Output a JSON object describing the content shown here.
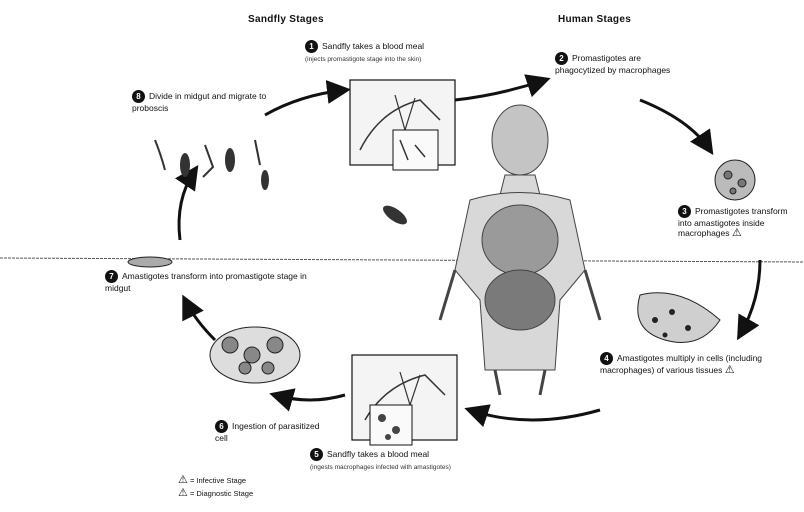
{
  "headers": {
    "sandfly": "Sandfly Stages",
    "human": "Human Stages"
  },
  "steps": [
    {
      "num": "1",
      "text": "Sandfly takes a blood meal",
      "sub": "(injects promastigote stage into the skin)"
    },
    {
      "num": "2",
      "text": "Promastigotes are phagocytized by macrophages",
      "sub": ""
    },
    {
      "num": "3",
      "text": "Promastigotes transform into amastigotes inside macrophages",
      "sub": ""
    },
    {
      "num": "4",
      "text": "Amastigotes multiply in cells (including macrophages) of various tissues",
      "sub": ""
    },
    {
      "num": "5",
      "text": "Sandfly takes a blood meal",
      "sub": "(ingests macrophages infected with amastigotes)"
    },
    {
      "num": "6",
      "text": "Ingestion of parasitized cell",
      "sub": ""
    },
    {
      "num": "7",
      "text": "Amastigotes transform into promastigote stage in midgut",
      "sub": ""
    },
    {
      "num": "8",
      "text": "Divide in midgut and migrate to proboscis",
      "sub": ""
    }
  ],
  "legend": {
    "infective": "= Infective Stage",
    "diagnostic": "= Diagnostic Stage"
  },
  "colors": {
    "ink": "#111111",
    "paper": "#ffffff",
    "gray": "#888888"
  }
}
